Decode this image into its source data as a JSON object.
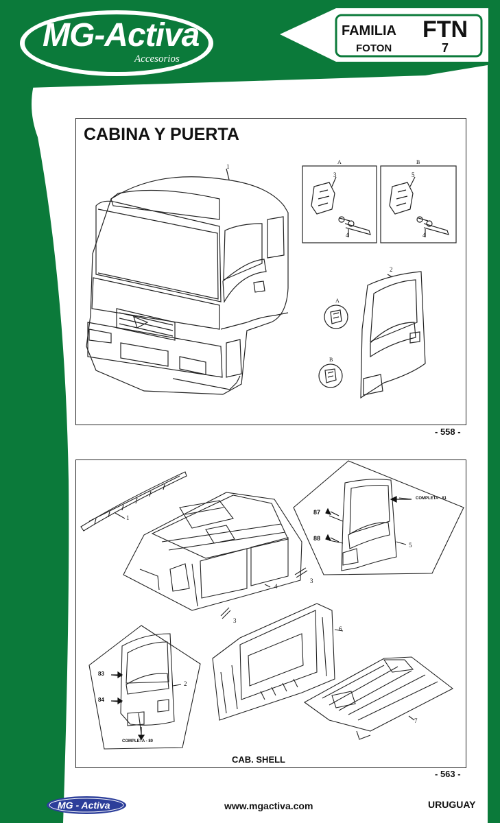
{
  "header": {
    "brand": "MG-Activa",
    "brand_tagline": "Accesorios",
    "familia_label": "FAMILIA",
    "model": "FTN",
    "make": "FOTON",
    "number": "7"
  },
  "panel1": {
    "title": "CABINA Y PUERTA",
    "detail_a_label": "A",
    "detail_b_label": "B",
    "callout_1": "1",
    "callout_2": "2",
    "callout_3": "3",
    "callout_4a": "4",
    "callout_4b": "4",
    "callout_5": "5",
    "circle_a_label": "A",
    "circle_b_label": "B",
    "page_number": "- 558 -"
  },
  "panel2": {
    "caption": "CAB. SHELL",
    "callout_1": "1",
    "callout_2": "2",
    "callout_3a": "3",
    "callout_3b": "3",
    "callout_4": "4",
    "callout_5": "5",
    "callout_6": "6",
    "callout_7": "7",
    "ref_87": "87",
    "ref_88": "88",
    "ref_83": "83",
    "ref_84": "84",
    "completa_81": "COMPLETA - 81",
    "completa_80": "COMPLETA - 80",
    "page_number": "- 563 -"
  },
  "footer": {
    "logo_text": "MG - Activa",
    "website": "www.mgactiva.com",
    "country": "URUGUAY"
  },
  "colors": {
    "brand_green": "#0b7a3a",
    "dark_green": "#08602d",
    "footer_logo_blue": "#2c3e9a"
  }
}
